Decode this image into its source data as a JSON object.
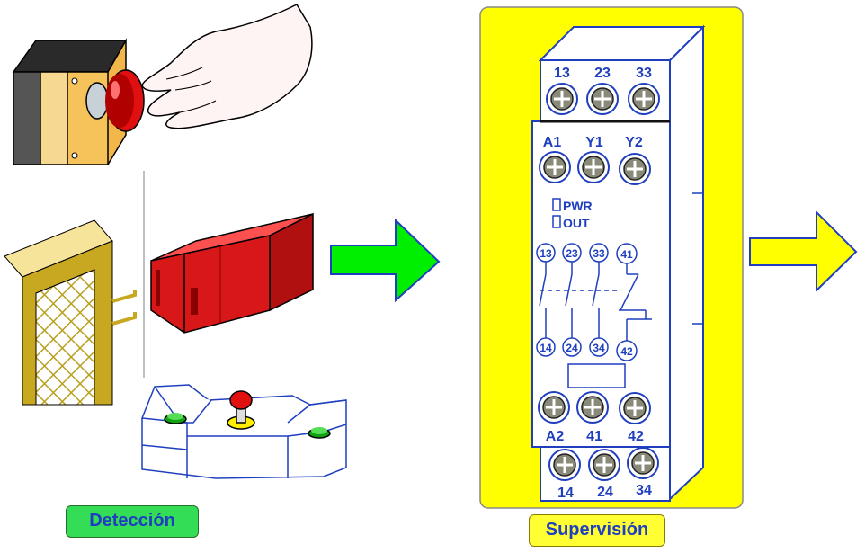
{
  "labels": {
    "detection": "Detección",
    "supervision": "Supervisión"
  },
  "relay": {
    "top_terminals": [
      "13",
      "23",
      "33"
    ],
    "upper_terminals": [
      "A1",
      "Y1",
      "Y2"
    ],
    "indicators": [
      "PWR",
      "OUT"
    ],
    "contacts_top": [
      "13",
      "23",
      "33",
      "41"
    ],
    "contacts_bottom": [
      "14",
      "24",
      "34",
      "42"
    ],
    "lower_terminals": [
      "A2",
      "41",
      "42"
    ],
    "bottom_terminals": [
      "14",
      "24",
      "34"
    ]
  },
  "colors": {
    "relay_background": "#ffff00",
    "relay_outline": "#1f3fbf",
    "arrow_input": "#00ee00",
    "arrow_output": "#ffff00",
    "detection_label_bg": "#33dd55",
    "supervision_label_bg": "#ffff33",
    "emergency_button_red": "#e01010",
    "safety_switch_red": "#d81818"
  }
}
